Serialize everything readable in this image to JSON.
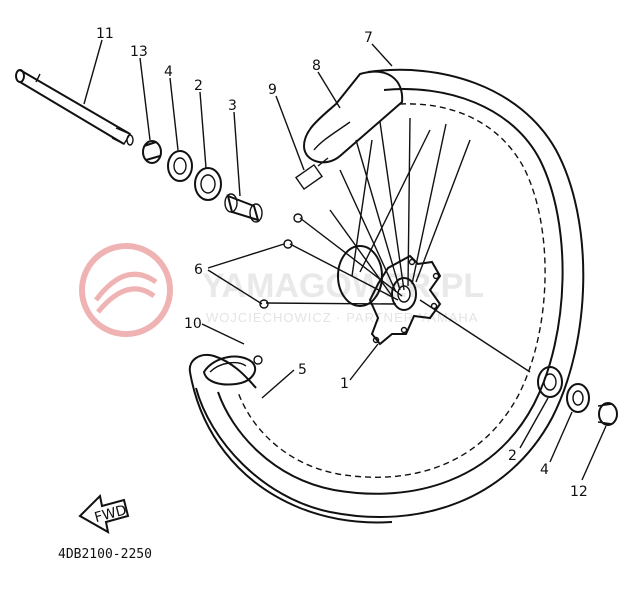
{
  "watermark": {
    "brand": "YAMAGOWER.PL",
    "subline": "WOJCIECHOWICZ · PARTNER YAMAHA",
    "brand_color": "#e05a5a"
  },
  "diagram_code": "4DB2100-2250",
  "fwd_label": "FWD",
  "callouts": [
    {
      "id": "c11",
      "text": "11"
    },
    {
      "id": "c13",
      "text": "13"
    },
    {
      "id": "c4a",
      "text": "4"
    },
    {
      "id": "c2a",
      "text": "2"
    },
    {
      "id": "c3",
      "text": "3"
    },
    {
      "id": "c9",
      "text": "9"
    },
    {
      "id": "c8",
      "text": "8"
    },
    {
      "id": "c7",
      "text": "7"
    },
    {
      "id": "c6",
      "text": "6"
    },
    {
      "id": "c10",
      "text": "10"
    },
    {
      "id": "c5",
      "text": "5"
    },
    {
      "id": "c1",
      "text": "1"
    },
    {
      "id": "c2b",
      "text": "2"
    },
    {
      "id": "c4b",
      "text": "4"
    },
    {
      "id": "c12",
      "text": "12"
    }
  ]
}
